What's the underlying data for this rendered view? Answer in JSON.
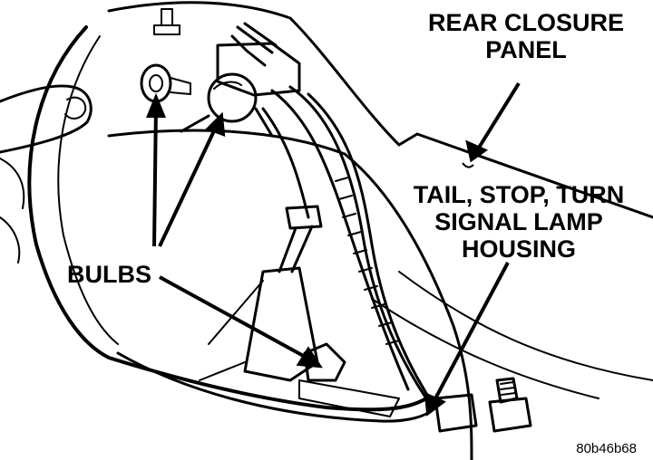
{
  "labels": {
    "rear_closure_panel": [
      "REAR CLOSURE",
      "PANEL"
    ],
    "lamp_housing": [
      "TAIL, STOP, TURN",
      "SIGNAL LAMP",
      "HOUSING"
    ],
    "bulbs": "BULBS",
    "figure_id": "80b46b68"
  },
  "colors": {
    "ink": "#000000",
    "paper": "#ffffff"
  }
}
